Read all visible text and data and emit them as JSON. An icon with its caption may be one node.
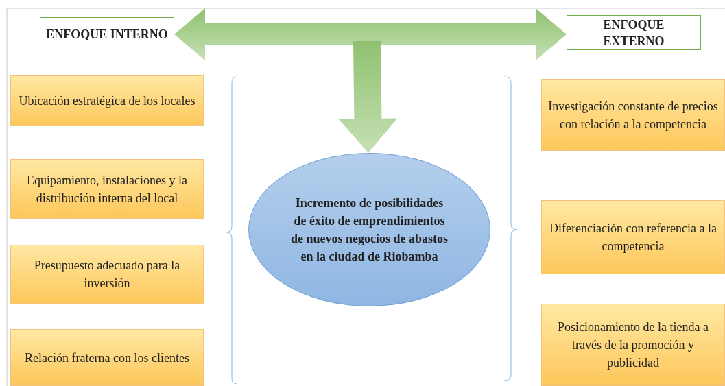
{
  "diagram": {
    "nodes": [
      {
        "text": [
          "ENFOQUE INTERNO"
        ]
      },
      {
        "text": [
          "ENFOQUE EXTERNO"
        ]
      },
      {
        "text": [
          "Ubicación estratégica de los locales"
        ]
      },
      {
        "text": [
          "Equipamiento, instalaciones y la distribución interna del local"
        ]
      },
      {
        "text": [
          "Presupuesto adecuado para la inversión"
        ]
      },
      {
        "text": [
          "Relación fraterna con los clientes"
        ]
      },
      {
        "text": [
          "Incremento de posibilidades de éxito de emprendimientos de nuevos negocios de abastos en la ciudad de Riobamba"
        ]
      },
      {
        "text": [
          "Investigación constante de precios con relación a la competencia"
        ]
      },
      {
        "text": [
          "Diferenciación con referencia a la competencia"
        ]
      },
      {
        "text": [
          "Posicionamiento de la tienda a través de la promoción y publicidad"
        ]
      }
    ],
    "edges": [
      {
        "from": 0,
        "to": 1,
        "arrow": "both"
      },
      {
        "from": null,
        "to": 6,
        "arrow": "to"
      }
    ]
  }
}
